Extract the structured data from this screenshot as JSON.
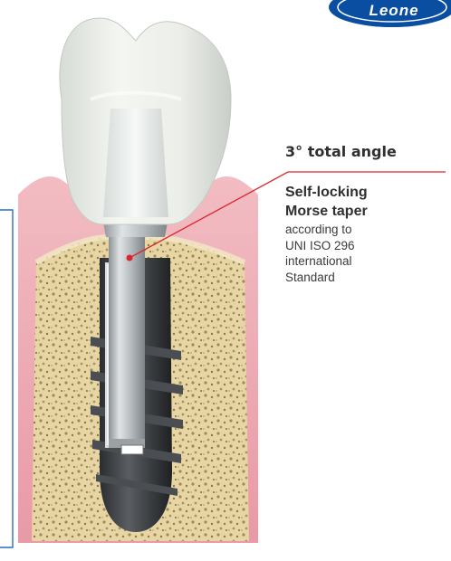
{
  "brand": {
    "logo_text": "Leone",
    "color": "#0a4ea2"
  },
  "colors": {
    "leader_line": "#d9262c",
    "left_bracket": "#2f6db5"
  },
  "annotations": {
    "angle_label": "3° total angle",
    "taper_title_line1": "Self-locking",
    "taper_title_line2": "Morse taper",
    "taper_desc": [
      "according to",
      "UNI ISO 296",
      "international",
      "Standard"
    ]
  }
}
